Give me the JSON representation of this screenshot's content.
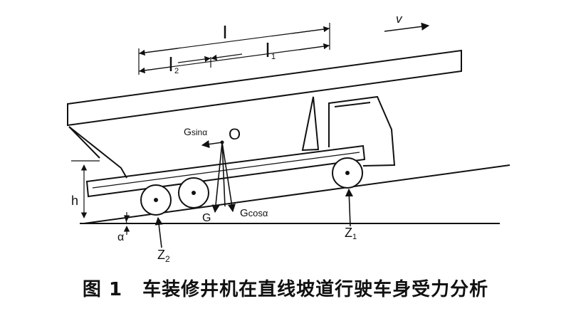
{
  "diagram": {
    "labels": {
      "length_total": "l",
      "length_2": "l",
      "length_2_sub": "2",
      "length_1": "l",
      "length_1_sub": "1",
      "velocity": "v",
      "center_of_gravity": "O",
      "g_sin": "G",
      "g_sin_fn": "sinα",
      "gravity": "G",
      "g_cos": "G",
      "g_cos_fn": "cosα",
      "height": "h",
      "angle": "α",
      "z2": "Z",
      "z2_sub": "2",
      "z1": "Z",
      "z1_sub": "1"
    }
  },
  "caption": {
    "figure_number": "图 1",
    "title": "车装修井机在直线坡道行驶车身受力分析"
  }
}
